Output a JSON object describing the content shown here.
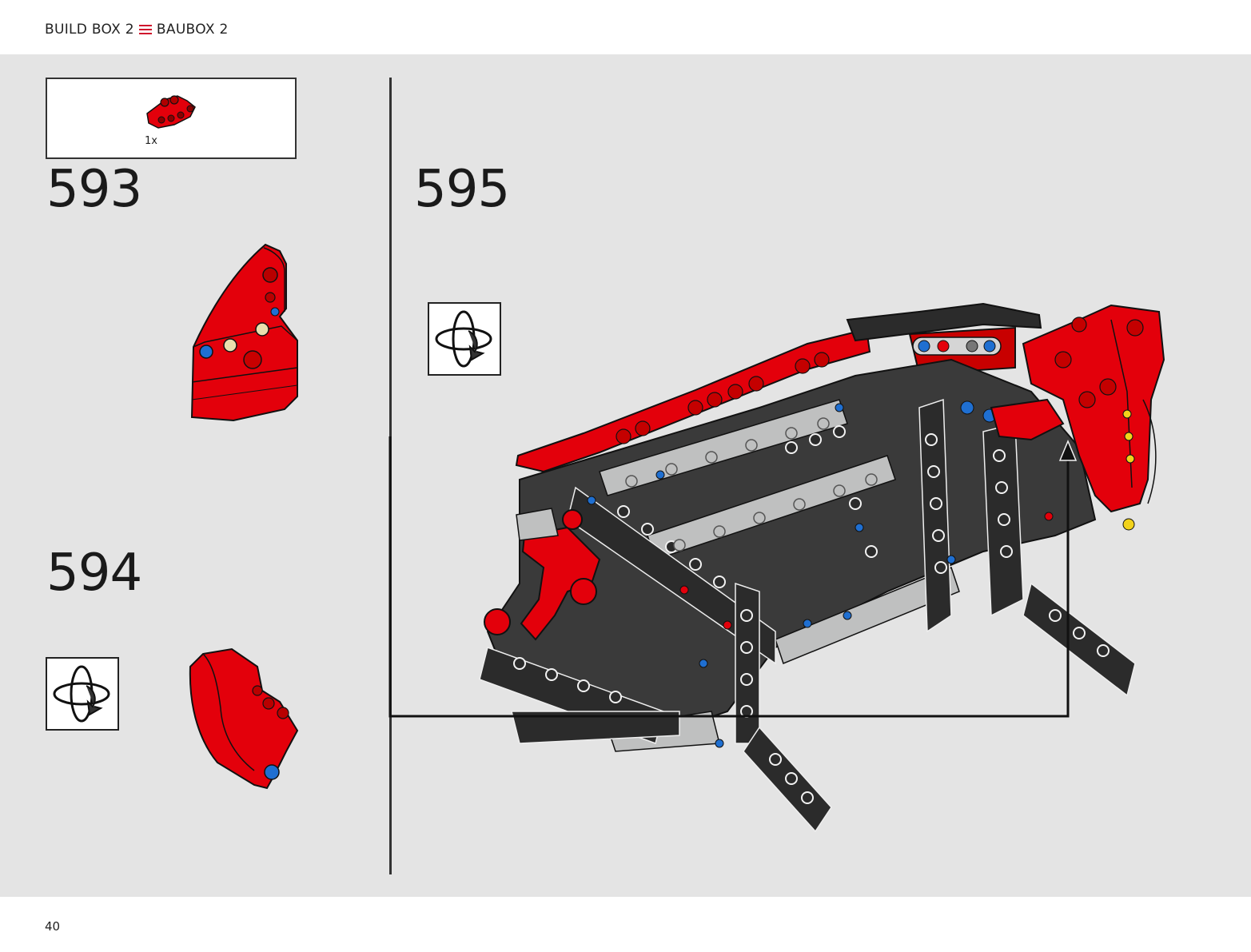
{
  "header": {
    "build_label": "BUILD BOX 2",
    "bau_label": "BAUBOX 2",
    "menu_icon": "menu-icon",
    "accent_color": "#d0102c"
  },
  "parts_list": {
    "items": [
      {
        "quantity": "1x",
        "color": "#e3000b",
        "icon": "red-technic-connector-part"
      }
    ]
  },
  "steps": [
    {
      "number": "593"
    },
    {
      "number": "594",
      "rotate_icon": "rotate-model-icon"
    },
    {
      "number": "595",
      "rotate_icon": "rotate-model-icon"
    }
  ],
  "footer": {
    "page_number": "40"
  },
  "colors": {
    "background": "#e4e4e4",
    "brick_red": "#e3000b",
    "beam_black": "#2b2b2b",
    "beam_gray": "#bfc0c0",
    "pin_blue": "#1f6fd1",
    "pin_yellow": "#f2d21b"
  }
}
